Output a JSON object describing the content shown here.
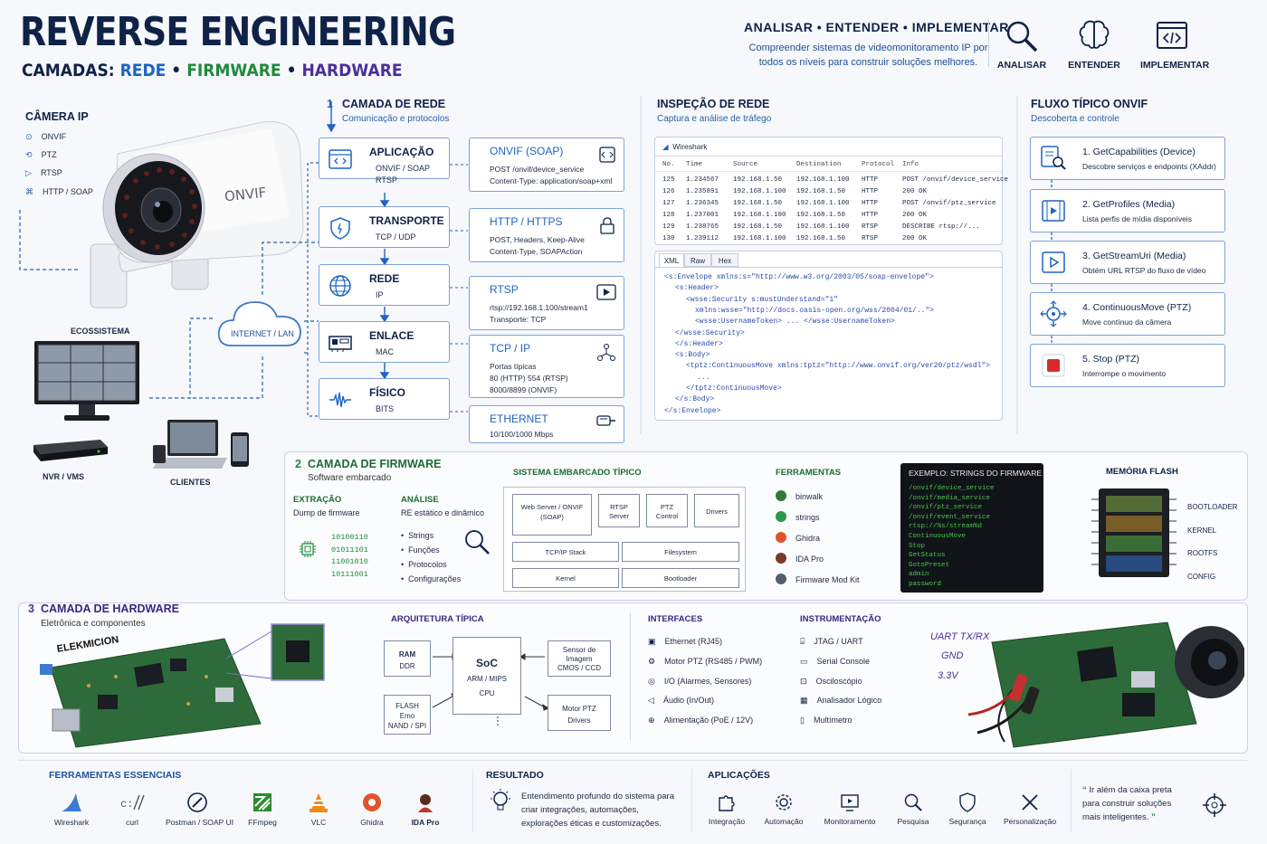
{
  "header": {
    "title": "REVERSE ENGINEERING",
    "subtitle_prefix": "CAMADAS:",
    "subtitle_rede": "REDE",
    "subtitle_firmware": "FIRMWARE",
    "subtitle_hardware": "HARDWARE",
    "bullet": "•",
    "tagline": "ANALISAR • ENTENDER • IMPLEMENTAR",
    "description": "Compreender sistemas de videomonitoramento IP por todos os níveis para construir soluções melhores.",
    "icons": [
      {
        "label": "ANALISAR",
        "icon": "magnifier-icon"
      },
      {
        "label": "ENTENDER",
        "icon": "brain-icon"
      },
      {
        "label": "IMPLEMENTAR",
        "icon": "code-window-icon"
      }
    ]
  },
  "camera": {
    "title": "CÂMERA IP",
    "features": [
      "ONVIF",
      "PTZ",
      "RTSP",
      "HTTP / SOAP"
    ],
    "brand": "ONVIF",
    "ecosystem_label": "ECOSSISTEMA",
    "monitor_label": "ECOSSISTEMA",
    "cloud_label": "INTERNET / LAN",
    "nvr_label": "NVR / VMS",
    "clients_label": "CLIENTES"
  },
  "network": {
    "number": "1",
    "title": "CAMADA DE REDE",
    "subtitle": "Comunicação e protocolos",
    "layers": [
      {
        "title": "APLICAÇÃO",
        "sub1": "ONVIF / SOAP",
        "sub2": "RTSP",
        "icon": "code-icon"
      },
      {
        "title": "TRANSPORTE",
        "sub1": "TCP / UDP",
        "sub2": "",
        "icon": "shield-icon"
      },
      {
        "title": "REDE",
        "sub1": "IP",
        "sub2": "",
        "icon": "globe-icon"
      },
      {
        "title": "ENLACE",
        "sub1": "MAC",
        "sub2": "",
        "icon": "network-card-icon"
      },
      {
        "title": "FÍSICO",
        "sub1": "BITS",
        "sub2": "",
        "icon": "waveform-icon"
      }
    ],
    "protocols": [
      {
        "title": "ONVIF (SOAP)",
        "lines": [
          "POST /onvif/device_service",
          "Content-Type: application/soap+xml"
        ],
        "icon": "code-doc-icon"
      },
      {
        "title": "HTTP / HTTPS",
        "lines": [
          "POST, Headers, Keep-Alive",
          "Content-Type, SOAPAction"
        ],
        "icon": "lock-icon"
      },
      {
        "title": "RTSP",
        "lines": [
          "rtsp://192.168.1.100/stream1",
          "Transporte: TCP"
        ],
        "icon": "play-icon"
      },
      {
        "title": "TCP / IP",
        "lines": [
          "Portas típicas",
          "80 (HTTP)     554 (RTSP)",
          "8000/8899 (ONVIF)"
        ],
        "icon": "nodes-icon"
      },
      {
        "title": "ETHERNET",
        "lines": [
          "10/100/1000 Mbps"
        ],
        "icon": "ethernet-icon"
      }
    ]
  },
  "inspection": {
    "title": "INSPEÇÃO DE REDE",
    "subtitle": "Captura e análise de tráfego",
    "app": "Wireshark",
    "columns": [
      "No.",
      "Time",
      "Source",
      "Destination",
      "Protocol",
      "Info"
    ],
    "rows": [
      [
        "125",
        "1.234567",
        "192.168.1.50",
        "192.168.1.100",
        "HTTP",
        "POST /onvif/device_service"
      ],
      [
        "126",
        "1.235891",
        "192.168.1.100",
        "192.168.1.50",
        "HTTP",
        "200 OK"
      ],
      [
        "127",
        "1.236345",
        "192.168.1.50",
        "192.168.1.100",
        "HTTP",
        "POST /onvif/ptz_service"
      ],
      [
        "128",
        "1.237001",
        "192.168.1.100",
        "192.168.1.50",
        "HTTP",
        "200 OK"
      ],
      [
        "129",
        "1.238765",
        "192.168.1.50",
        "192.168.1.100",
        "RTSP",
        "DESCRIBE rtsp://..."
      ],
      [
        "130",
        "1.239112",
        "192.168.1.100",
        "192.168.1.50",
        "RTSP",
        "200 OK"
      ]
    ],
    "tabs": [
      "XML",
      "Raw",
      "Hex"
    ],
    "xml": [
      "<s:Envelope xmlns:s=\"http://www.w3.org/2003/05/soap-envelope\">",
      "<s:Header>",
      "<wsse:Security s:mustUnderstand=\"1\"",
      "xmlns:wsse=\"http://docs.oasis-open.org/wss/2004/01/..\">",
      "<wsse:UsernameToken> ... </wsse:UsernameToken>",
      "</wsse:Security>",
      "</s:Header>",
      "<s:Body>",
      "<tptz:ContinuousMove xmlns:tptz=\"http://www.onvif.org/ver20/ptz/wsdl\">",
      "...",
      "</tptz:ContinuousMove>",
      "</s:Body>",
      "</s:Envelope>"
    ]
  },
  "onvif_flow": {
    "title": "FLUXO TÍPICO ONVIF",
    "subtitle": "Descoberta e controle",
    "steps": [
      {
        "title": "1. GetCapabilities (Device)",
        "desc": "Descobre serviços e endpoints (XAddr)",
        "icon": "search-list-icon"
      },
      {
        "title": "2. GetProfiles (Media)",
        "desc": "Lista perfis de mídia disponíveis",
        "icon": "film-icon"
      },
      {
        "title": "3. GetStreamUri (Media)",
        "desc": "Obtém URL RTSP do fluxo de vídeo",
        "icon": "play-icon"
      },
      {
        "title": "4. ContinuousMove (PTZ)",
        "desc": "Move contínuo da câmera",
        "icon": "move-icon"
      },
      {
        "title": "5. Stop (PTZ)",
        "desc": "Interrompe o movimento",
        "icon": "stop-icon"
      }
    ]
  },
  "firmware": {
    "number": "2",
    "title": "CAMADA DE FIRMWARE",
    "subtitle": "Software embarcado",
    "extraction_title": "EXTRAÇÃO",
    "extraction_sub": "Dump de firmware",
    "bits": [
      "10100110",
      "01011101",
      "11001010",
      "10111001"
    ],
    "analysis_title": "ANÁLISE",
    "analysis_sub": "RE estático e dinâmico",
    "analysis_items": [
      "Strings",
      "Funções",
      "Protocolos",
      "Configurações"
    ],
    "embedded_title": "SISTEMA EMBARCADO TÍPICO",
    "blocks": {
      "webserver": "Web Server / ONVIF",
      "webserver2": "(SOAP)",
      "rtsp": "RTSP",
      "rtsp2": "Server",
      "ptz": "PTZ",
      "ptz2": "Control",
      "drivers": "Drivers",
      "tcpip": "TCP/IP Stack",
      "filesystem": "Filesystem",
      "kernel": "Kernel",
      "bootloader": "Bootloader"
    },
    "tools_title": "FERRAMENTAS",
    "tools": [
      "binwalk",
      "strings",
      "Ghidra",
      "IDA Pro",
      "Firmware Mod Kit"
    ],
    "strings_title": "EXEMPLO: STRINGS DO FIRMWARE",
    "strings": [
      "/onvif/device_service",
      "/onvif/media_service",
      "/onvif/ptz_service",
      "/onvif/event_service",
      "rtsp://%s/stream%d",
      "ContinuousMove",
      "Stop",
      "GetStatus",
      "GotoPreset",
      "admin",
      "password"
    ],
    "flash_title": "MEMÓRIA FLASH",
    "flash_parts": [
      "BOOTLOADER",
      "KERNEL",
      "ROOTFS",
      "CONFIG"
    ]
  },
  "hardware": {
    "number": "3",
    "title": "CAMADA DE HARDWARE",
    "subtitle": "Eletrônica e componentes",
    "board_label": "ELEKMICION",
    "arch_title": "ARQUITETURA TÍPICA",
    "arch": {
      "ram": "RAM",
      "ram2": "DDR",
      "soc": "SoC",
      "soc2": "ARM / MIPS",
      "soc3": "CPU",
      "sensor": "Sensor de",
      "sensor2": "Imagem",
      "sensor3": "CMOS / CCD",
      "flash": "FLASH",
      "flash2": "Emo",
      "flash3": "NAND / SPI",
      "motor": "Motor PTZ",
      "motor2": "Drivers"
    },
    "interfaces_title": "INTERFACES",
    "interfaces": [
      "Ethernet (RJ45)",
      "Motor PTZ (RS485 / PWM)",
      "I/O (Alarmes, Sensores)",
      "Áudio (In/Out)",
      "Alimentação (PoE / 12V)"
    ],
    "instr_title": "INSTRUMENTAÇÃO",
    "instruments": [
      "JTAG / UART",
      "Serial Console",
      "Osciloscópio",
      "Analisador Lógico",
      "Multímetro"
    ],
    "uart_labels": [
      "UART TX/RX",
      "GND",
      "3.3V"
    ]
  },
  "footer": {
    "tools_title": "FERRAMENTAS ESSENCIAIS",
    "tools": [
      "Wireshark",
      "curl",
      "Postman / SOAP UI",
      "FFmpeg",
      "VLC",
      "Ghidra",
      "IDA Pro"
    ],
    "result_title": "RESULTADO",
    "result_text": "Entendimento profundo do sistema para criar integrações, automações, explorações éticas e customizações.",
    "apps_title": "APLICAÇÕES",
    "apps": [
      "Integração",
      "Automação",
      "Monitoramento",
      "Pesquisa",
      "Segurança",
      "Personalização"
    ],
    "quote": "Ir além da caixa preta para construir soluções mais inteligentes."
  },
  "colors": {
    "navy": "#0f2247",
    "blue": "#1e63c4",
    "green": "#1f8a3a",
    "purple": "#4b2f9c",
    "border": "#7ea2d6"
  }
}
